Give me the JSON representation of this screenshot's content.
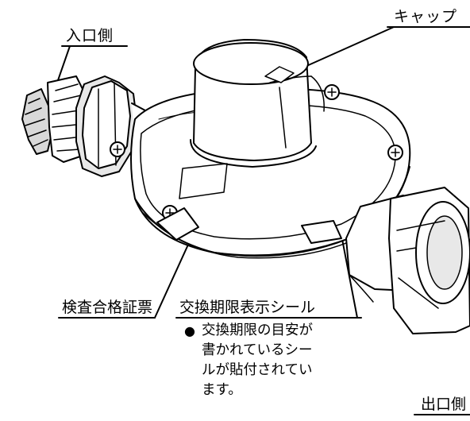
{
  "labels": {
    "inlet": "入口側",
    "cap": "キャップ",
    "inspection_certificate": "検査合格証票",
    "replacement_seal": "交換期限表示シール",
    "outlet": "出口側"
  },
  "note": {
    "bullet": "●",
    "lines": [
      "交換期限の目安が",
      "書かれているシー",
      "ルが貼付されてい",
      "ます。"
    ]
  },
  "colors": {
    "line": "#000000",
    "background": "#ffffff",
    "shade": "#d8d8d8"
  }
}
